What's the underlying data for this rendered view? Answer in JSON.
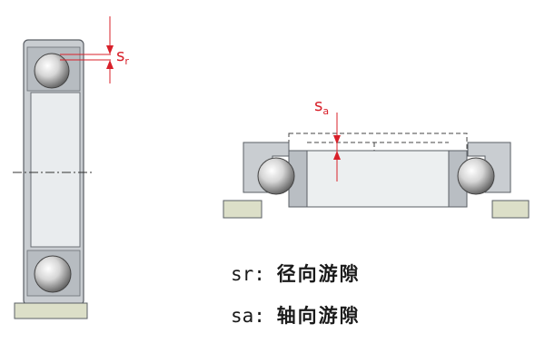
{
  "labels": {
    "radial_symbol": "s",
    "radial_subscript": "r",
    "axial_symbol": "s",
    "axial_subscript": "a"
  },
  "legend": [
    {
      "code": "sr",
      "separator": ":",
      "text": "径向游隙"
    },
    {
      "code": "sa",
      "separator": ":",
      "text": "轴向游隙"
    }
  ],
  "colors": {
    "ring_fill": "#c8ccd0",
    "ring_stroke": "#555a60",
    "ball_light": "#f2f2f2",
    "ball_dark": "#6e6e6e",
    "base_fill": "#dcdfc8",
    "shaft_fill": "#eceff0",
    "dimension": "#d8202a",
    "centerline": "#333333"
  }
}
